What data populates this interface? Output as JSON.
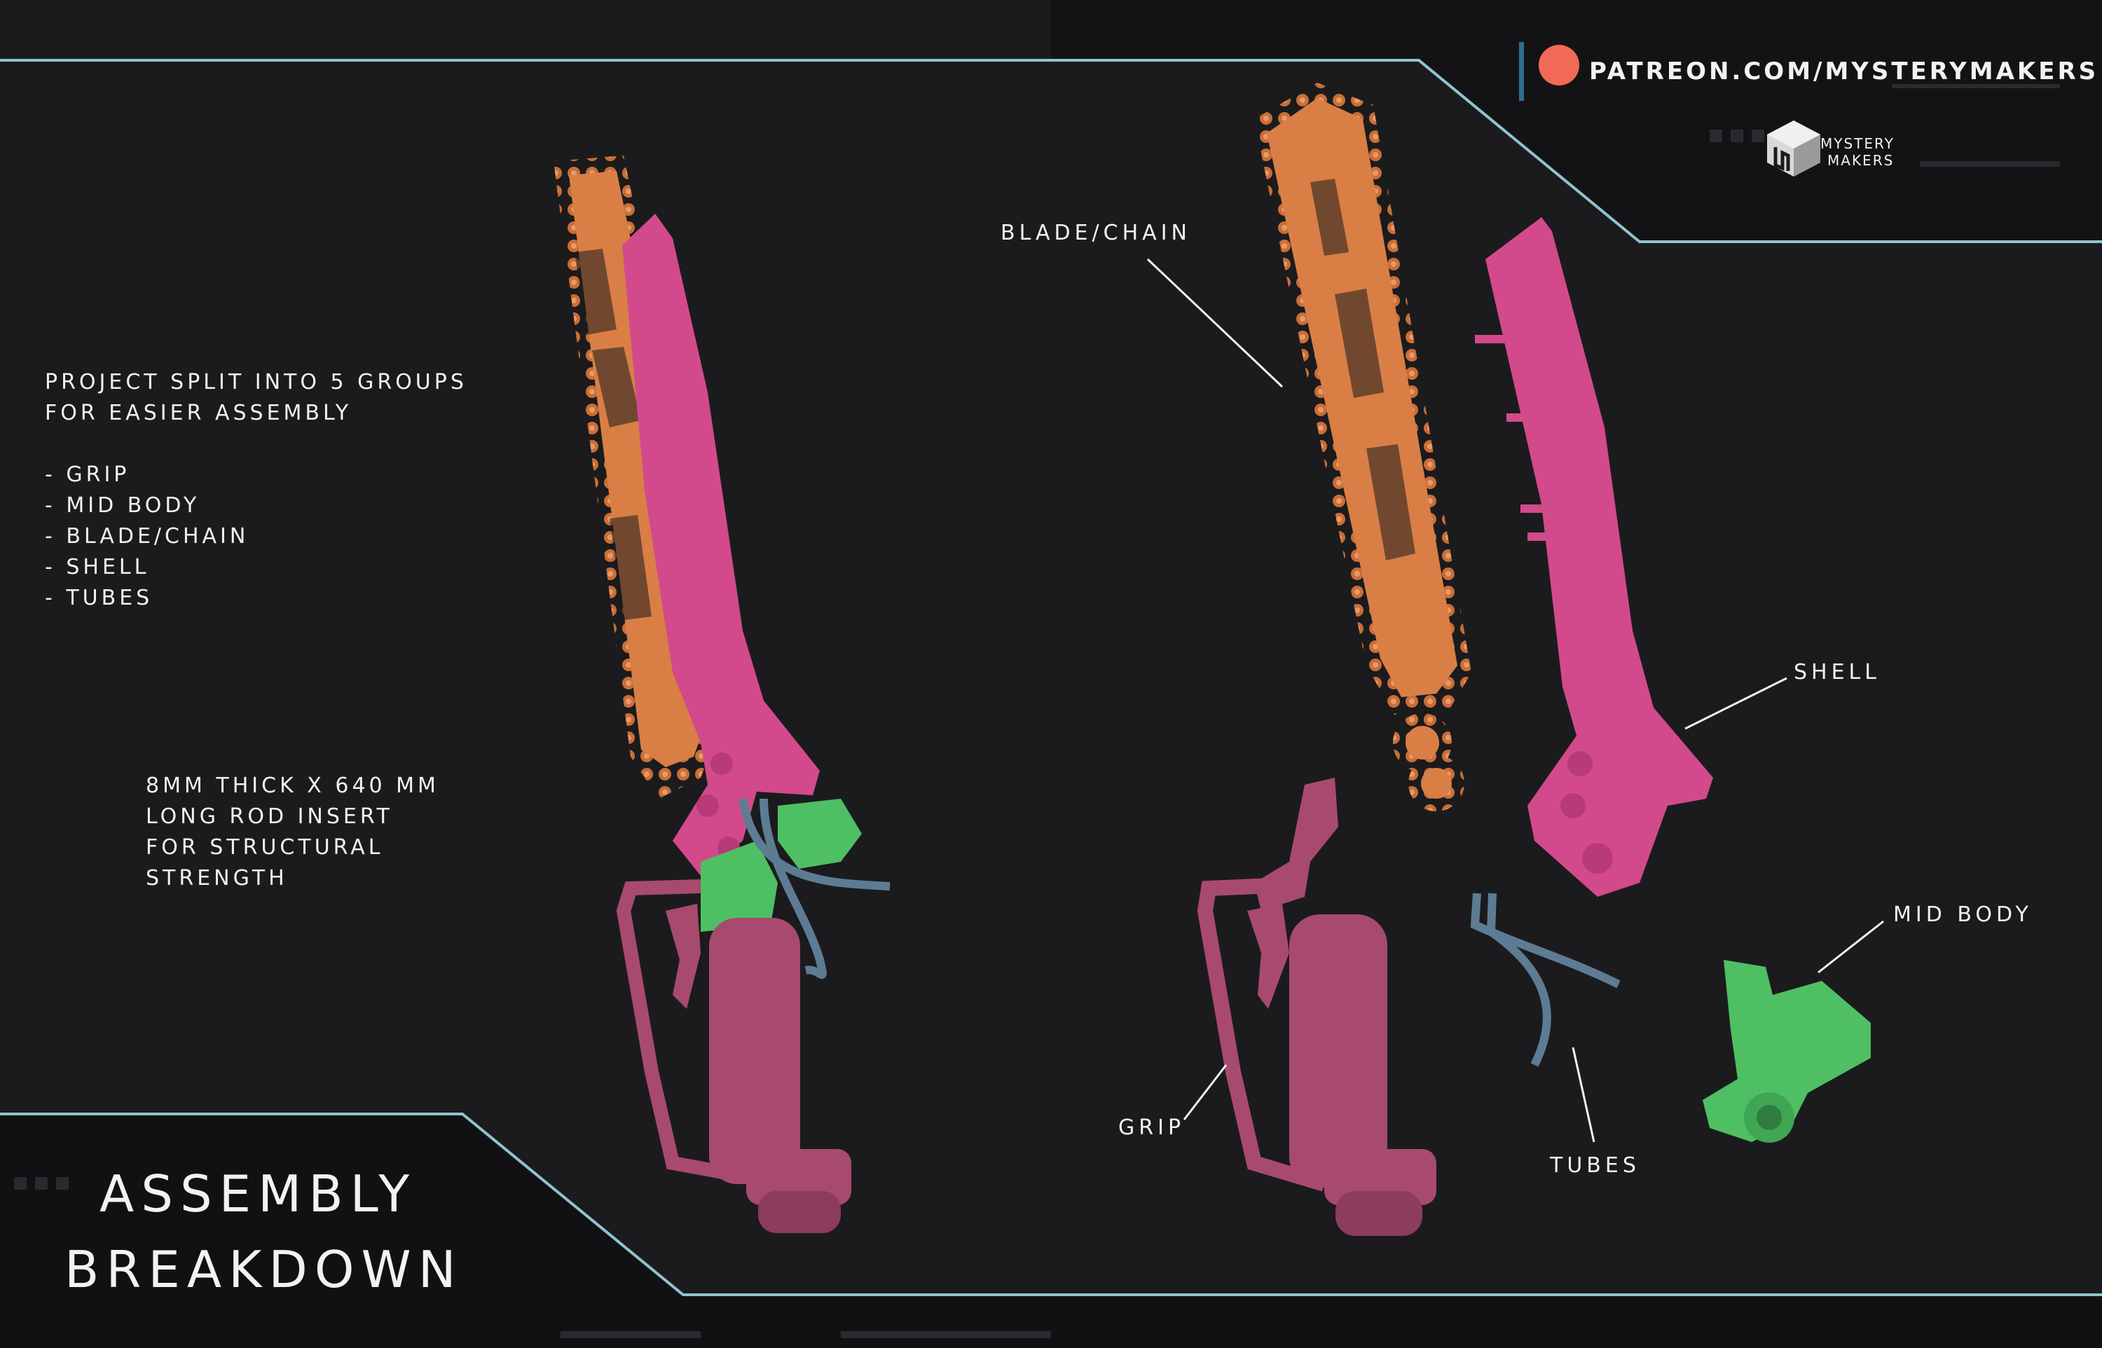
{
  "header": {
    "patreon_url": "PATREON.COM/MYSTERYMAKERS",
    "patreon_icon": "patreon-icon",
    "logo_icon": "mystery-makers-cube-logo",
    "logo_line1": "MYSTERY",
    "logo_line2": "MAKERS"
  },
  "notes": {
    "intro_line1": "PROJECT SPLIT INTO 5 GROUPS",
    "intro_line2": "FOR EASIER ASSEMBLY",
    "groups": [
      "- GRIP",
      "- MID BODY",
      "- BLADE/CHAIN",
      "- SHELL",
      "- TUBES"
    ],
    "rod_line1": "8MM THICK X 640 MM",
    "rod_line2": "LONG ROD INSERT",
    "rod_line3": "FOR STRUCTURAL",
    "rod_line4": "STRENGTH"
  },
  "labels": {
    "blade_chain": "BLADE/CHAIN",
    "shell": "SHELL",
    "mid_body": "MID BODY",
    "grip": "GRIP",
    "tubes": "TUBES"
  },
  "title": {
    "line1": "ASSEMBLY",
    "line2": "BREAKDOWN"
  },
  "colors": {
    "background": "#1b1b1d",
    "frame_line": "#8fc4cf",
    "blade_chain": "#d97f45",
    "shell": "#d24a8c",
    "mid_body": "#4fbf63",
    "grip": "#a84a6e",
    "tubes": "#5d7c93",
    "patreon": "#f26a55"
  }
}
